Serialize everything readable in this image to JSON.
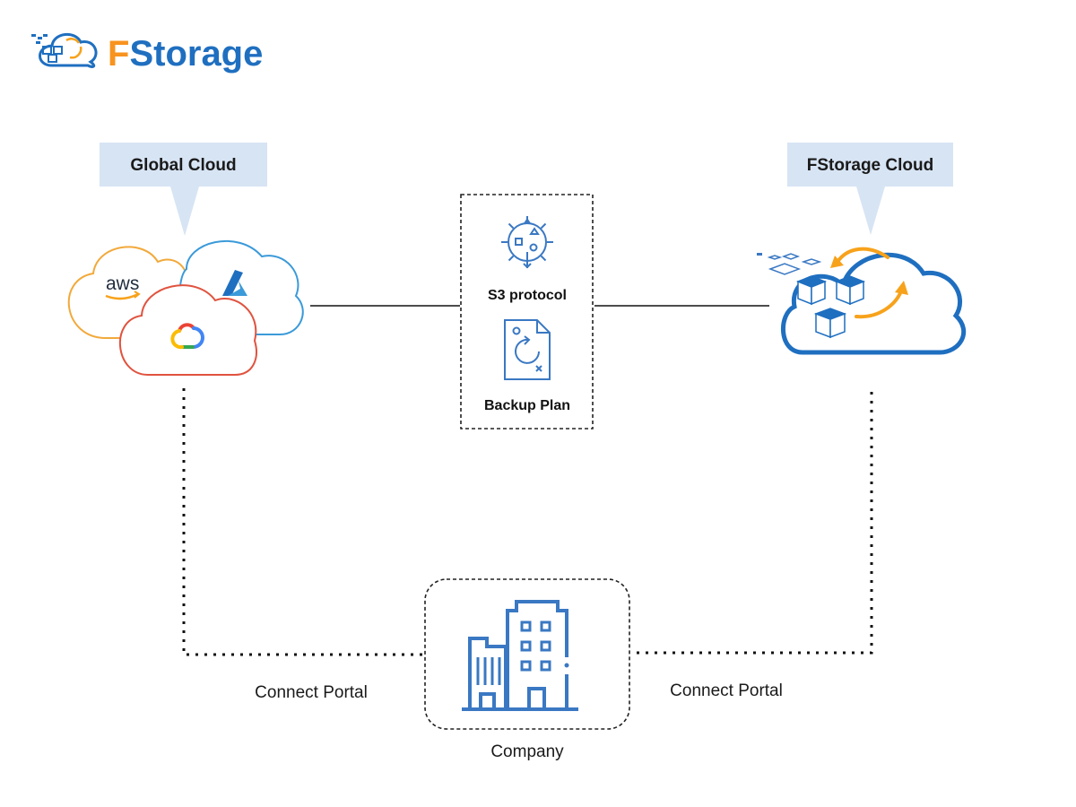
{
  "logo": {
    "text_first": "F",
    "text_rest": "Storage",
    "color_first": "#f7931e",
    "color_rest": "#1f6fc0"
  },
  "callouts": {
    "global_cloud": "Global Cloud",
    "fstorage_cloud": "FStorage Cloud",
    "fill": "#d7e4f4"
  },
  "providers": {
    "aws": "aws"
  },
  "middle": {
    "s3_label": "S3 protocol",
    "backup_label": "Backup Plan"
  },
  "company": {
    "label": "Company"
  },
  "connections": {
    "left_portal": "Connect Portal",
    "right_portal": "Connect Portal"
  },
  "icons": {
    "logo": "fstorage-logo-icon",
    "global": "multi-cloud-icon",
    "s3": "gear-shapes-icon",
    "backup": "backup-document-icon",
    "fstorage": "fstorage-cloud-icon",
    "company": "building-icon"
  },
  "colors": {
    "primary_blue": "#1f6fc0",
    "icon_blue": "#3a78c3",
    "accent_orange": "#f7a21b",
    "aws_cloud": "#f2a93b",
    "azure_cloud": "#3b9ad9",
    "gcp_cloud": "#e0533f"
  }
}
